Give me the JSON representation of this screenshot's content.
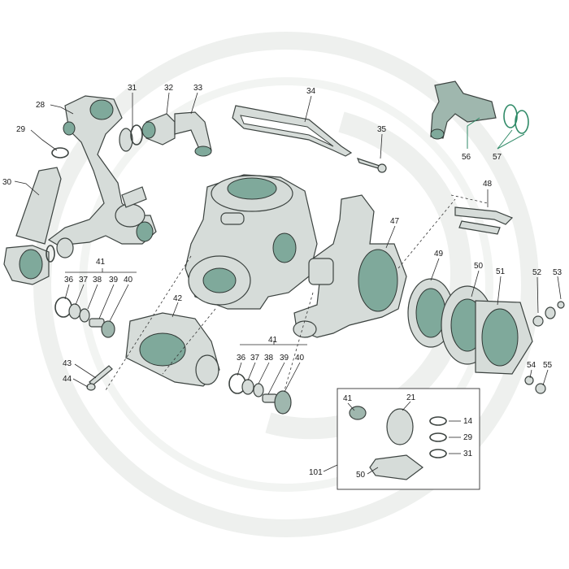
{
  "colors": {
    "part_fill": "#d6dcd9",
    "accent_fill": "#9fb7ae",
    "hole": "#7fa99b",
    "watermark": "#eef0ee",
    "green_leader": "#2f8a67"
  },
  "callouts": {
    "c28": "28",
    "c29a": "29",
    "c30": "30",
    "c31a": "31",
    "c32": "32",
    "c33": "33",
    "c34": "34",
    "c35": "35",
    "c56": "56",
    "c57": "57",
    "c48": "48",
    "c47": "47",
    "c49": "49",
    "c50a": "50",
    "c51": "51",
    "c52": "52",
    "c53": "53",
    "c41a": "41",
    "c36a": "36",
    "c37a": "37",
    "c38a": "38",
    "c39a": "39",
    "c40a": "40",
    "c42": "42",
    "c43": "43",
    "c44": "44",
    "c41b": "41",
    "c36b": "36",
    "c37b": "37",
    "c38b": "38",
    "c39b": "39",
    "c40b": "40",
    "c54": "54",
    "c55": "55",
    "c41c": "41",
    "c21": "21",
    "c14": "14",
    "c29b": "29",
    "c31b": "31",
    "c101": "101",
    "c50b": "50"
  }
}
